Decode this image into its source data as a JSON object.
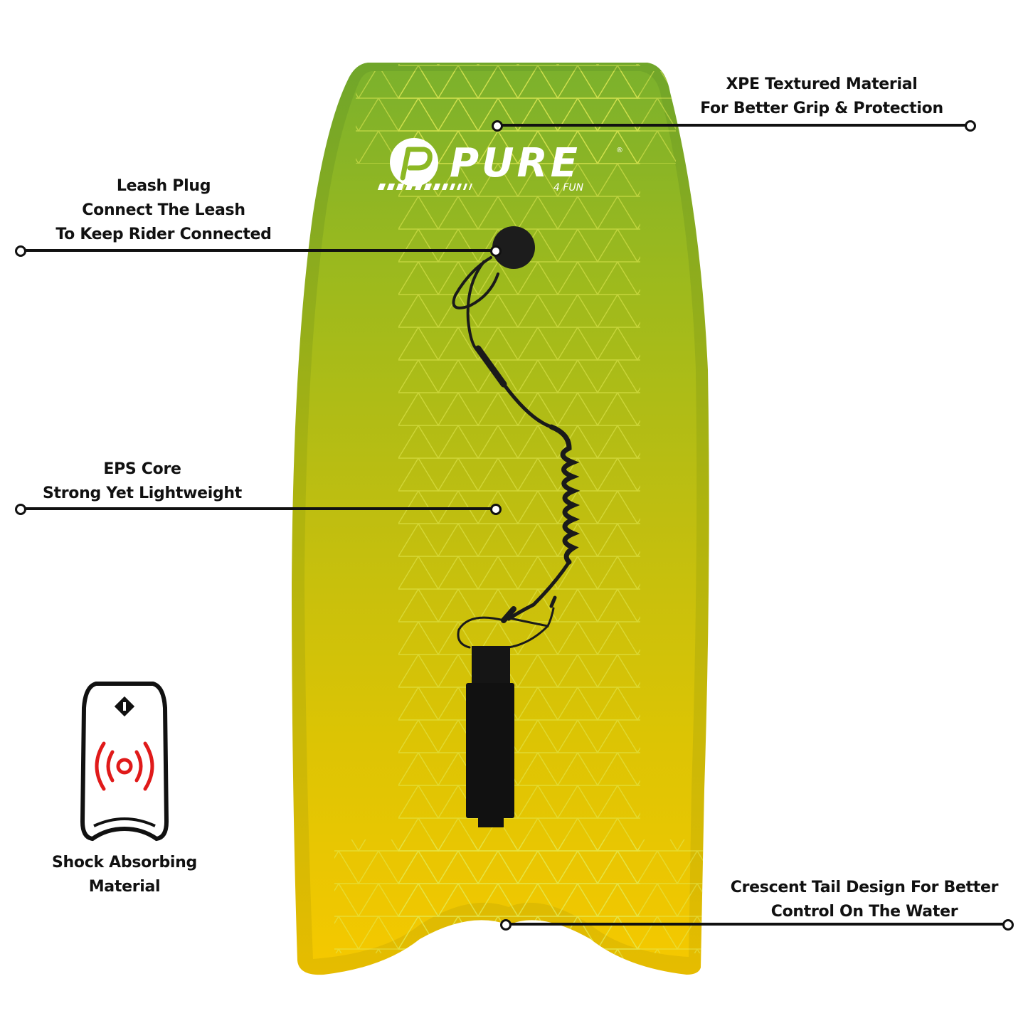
{
  "product": {
    "brand": "PURE",
    "brand_sub": "4 FUN",
    "brand_mark": "®",
    "colors": {
      "board_top": "#7fb32a",
      "board_mid": "#b7bd14",
      "board_bottom": "#f2c800",
      "pattern_line": "#e0e84a",
      "leash": "#1a1a1a",
      "callout_text": "#111111",
      "shock_accent": "#e01a1a"
    }
  },
  "callouts": {
    "xpe": {
      "line1": "XPE Textured Material",
      "line2": "For Better Grip & Protection"
    },
    "leash_plug": {
      "line1": "Leash Plug",
      "line2": "Connect The Leash",
      "line3": "To Keep Rider Connected"
    },
    "eps_core": {
      "line1": "EPS Core",
      "line2": "Strong Yet Lightweight"
    },
    "crescent_tail": {
      "line1": "Crescent Tail Design For Better",
      "line2": "Control On The Water"
    }
  },
  "shock_icon": {
    "icon": "bodyboard-vibration-icon",
    "line1": "Shock Absorbing",
    "line2": "Material"
  }
}
